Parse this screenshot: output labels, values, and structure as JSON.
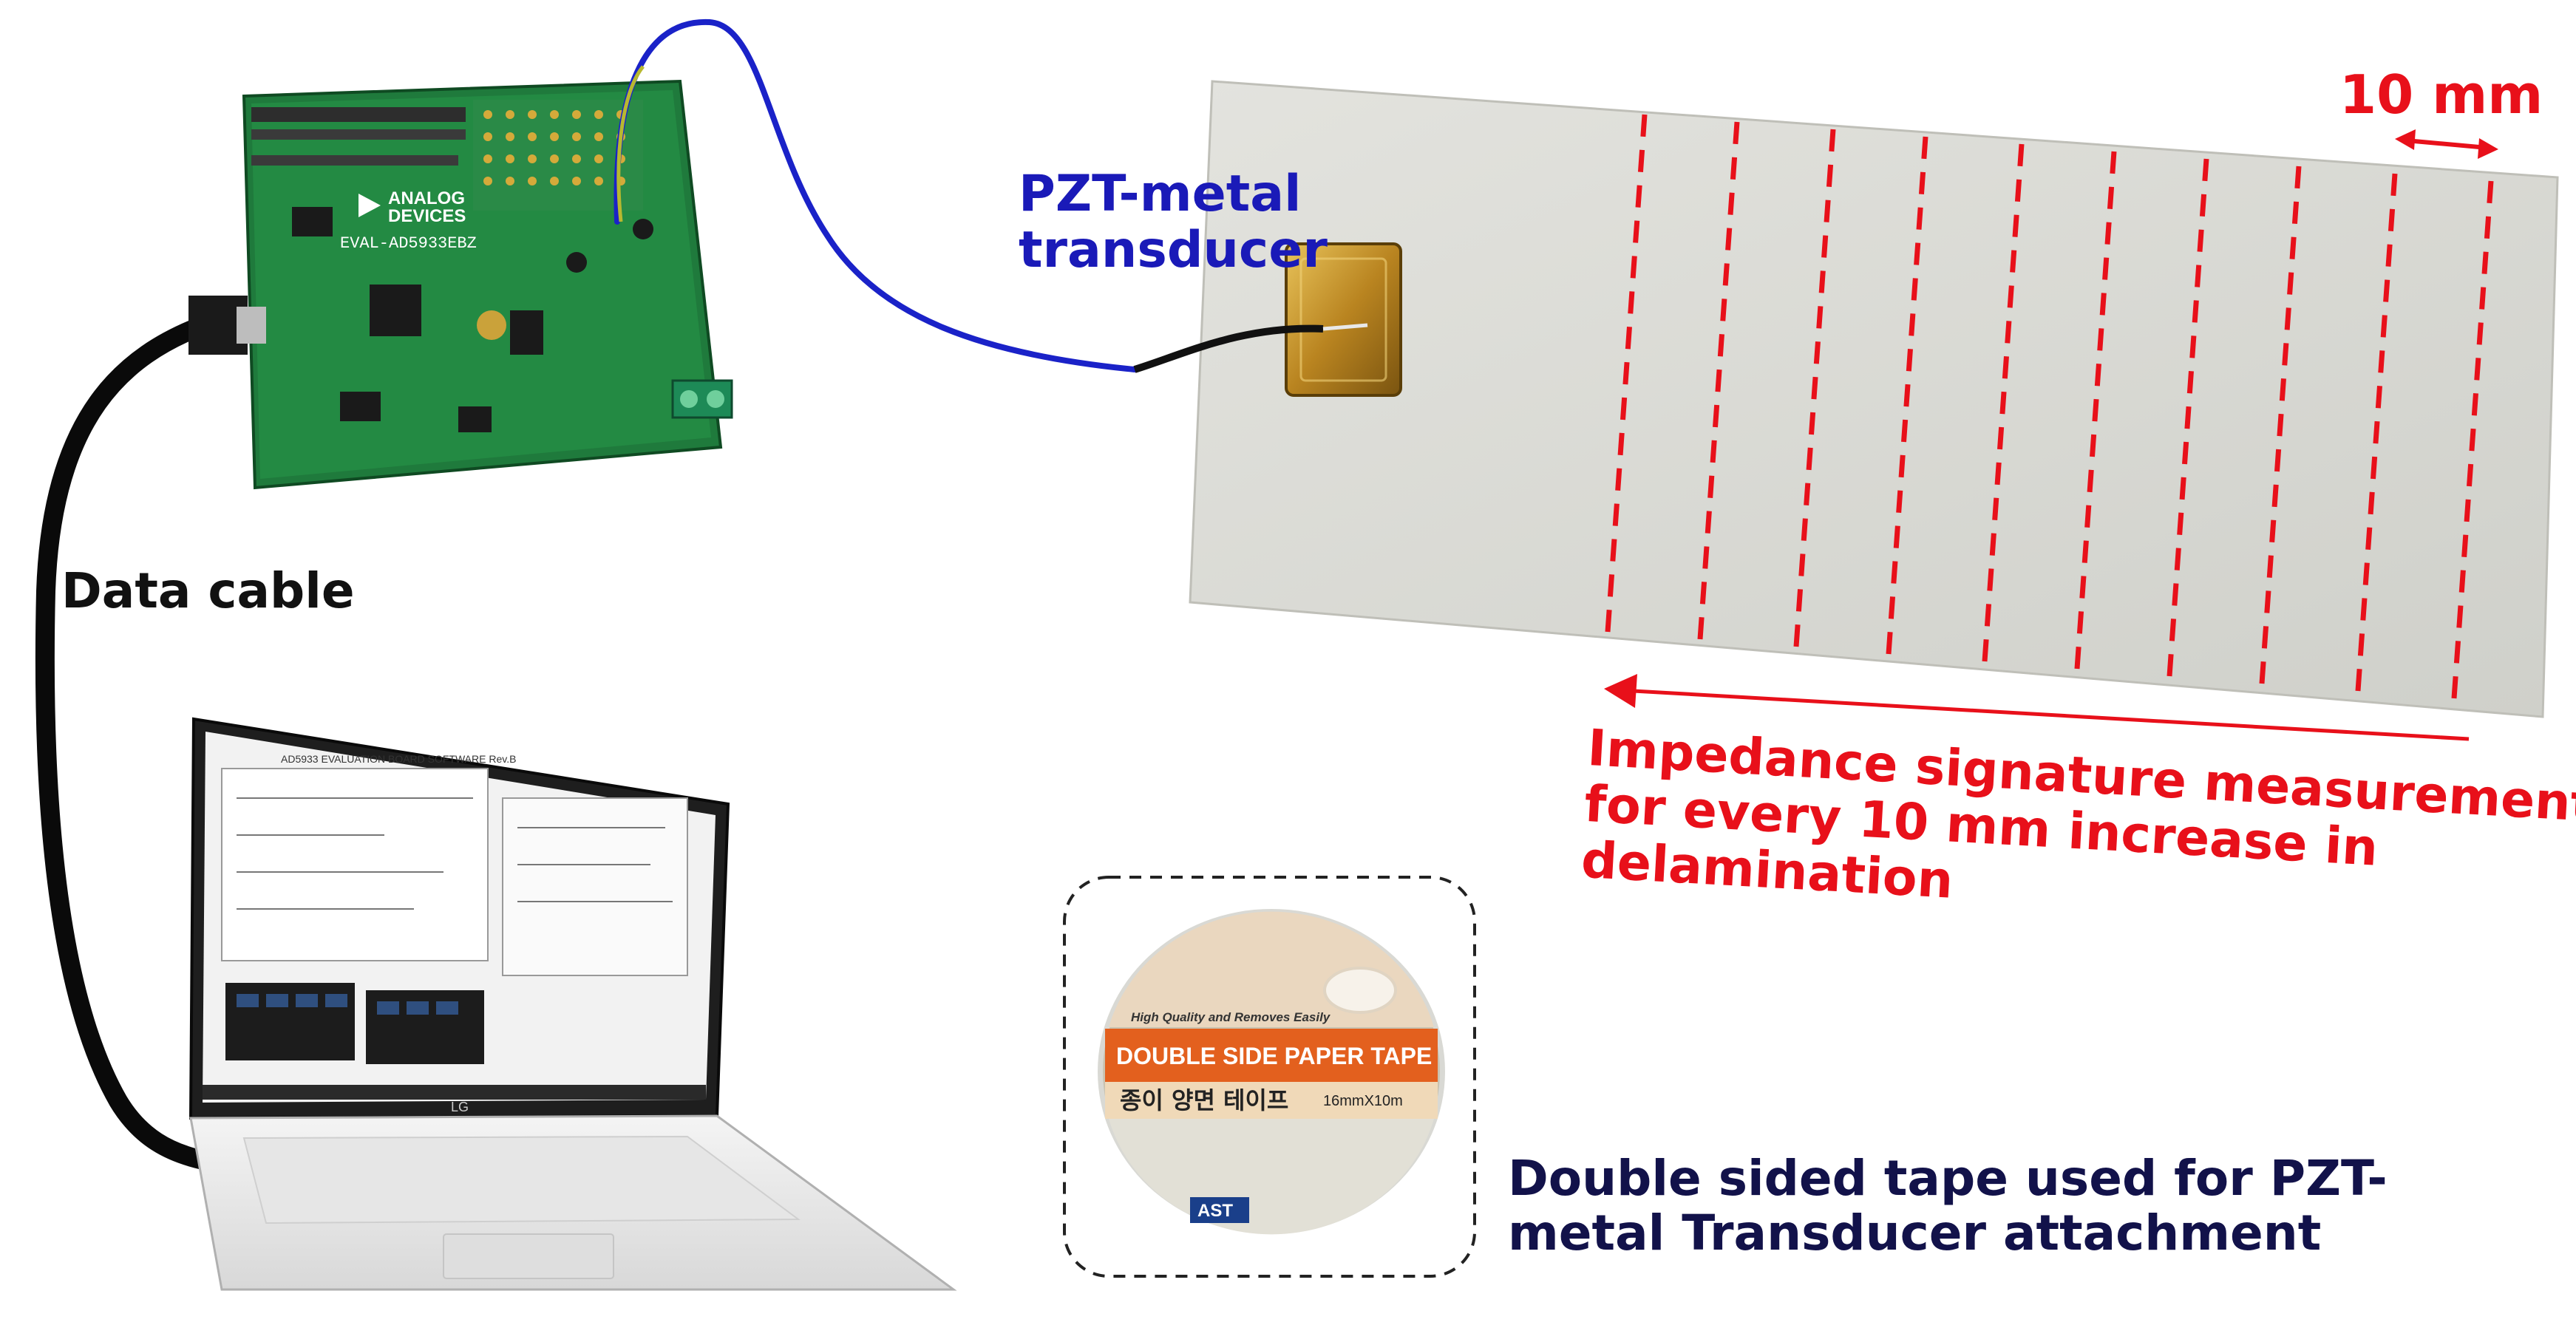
{
  "labels": {
    "pzt_line1": "PZT-metal",
    "pzt_line2": "transducer",
    "data_cable": "Data cable",
    "scale": "10 mm",
    "impedance_line1": "Impedance signature measurement",
    "impedance_line2": "for every 10 mm increase in",
    "impedance_line3": "delamination",
    "tape_line1": "Double sided tape used for PZT-",
    "tape_line2": "metal Transducer attachment"
  },
  "board": {
    "brand_line1": "ANALOG",
    "brand_line2": "DEVICES",
    "model": "EVAL-AD5933EBZ"
  },
  "laptop": {
    "screen_title": "AD5933 EVALUATION BOARD SOFTWARE Rev.B",
    "brand": "LG"
  },
  "tape": {
    "top_text": "High Quality and Removes Easily",
    "band_text": "DOUBLE SIDE PAPER TAPE",
    "korean_text": "종이 양면 테이프",
    "size_text": "16mmX10m",
    "logo": "AST"
  },
  "colors": {
    "cable_blue": "#1a22c8",
    "dash_red": "#e8101a",
    "board_green": "#1f7a3c",
    "plate": "#dcdcd6"
  }
}
